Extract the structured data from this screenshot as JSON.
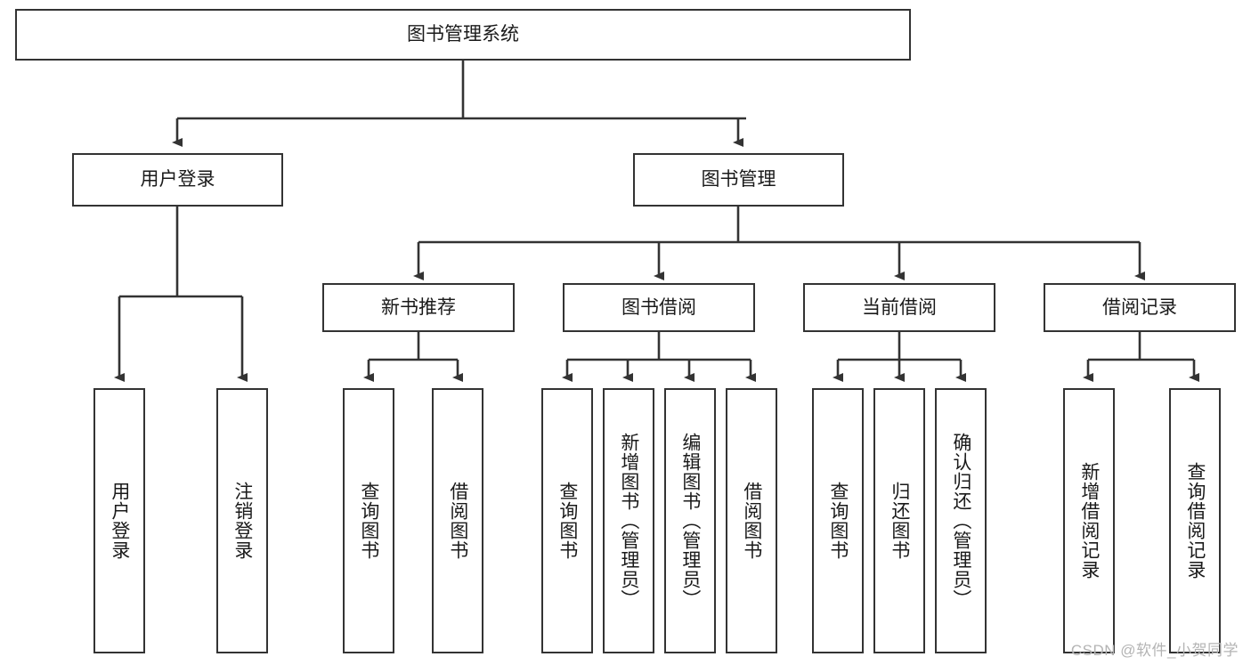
{
  "diagram": {
    "type": "tree-hierarchy",
    "title": "图书管理系统",
    "watermark": "CSDN @软件_小贺同学",
    "colors": {
      "stroke": "#333333",
      "fill": "#ffffff",
      "text": "#1a1a1a",
      "watermark": "#b4b4b4"
    },
    "nodes": {
      "root": {
        "label": "图书管理系统",
        "orientation": "horizontal"
      },
      "level1": [
        {
          "id": "user-login",
          "label": "用户登录",
          "orientation": "horizontal"
        },
        {
          "id": "book-manage",
          "label": "图书管理",
          "orientation": "horizontal"
        }
      ],
      "level2": [
        {
          "id": "new-book-rec",
          "label": "新书推荐",
          "orientation": "horizontal",
          "parent": "book-manage"
        },
        {
          "id": "book-borrow",
          "label": "图书借阅",
          "orientation": "horizontal",
          "parent": "book-manage"
        },
        {
          "id": "current-borrow",
          "label": "当前借阅",
          "orientation": "horizontal",
          "parent": "book-manage"
        },
        {
          "id": "borrow-record",
          "label": "借阅记录",
          "orientation": "horizontal",
          "parent": "book-manage"
        }
      ],
      "leaves": [
        {
          "id": "leaf-user-login",
          "label": "用户登录",
          "orientation": "vertical",
          "parent": "user-login"
        },
        {
          "id": "leaf-logout",
          "label": "注销登录",
          "orientation": "vertical",
          "parent": "user-login"
        },
        {
          "id": "leaf-query-book-1",
          "label": "查询图书",
          "orientation": "vertical",
          "parent": "new-book-rec"
        },
        {
          "id": "leaf-borrow-book-1",
          "label": "借阅图书",
          "orientation": "vertical",
          "parent": "new-book-rec"
        },
        {
          "id": "leaf-query-book-2",
          "label": "查询图书",
          "orientation": "vertical",
          "parent": "book-borrow"
        },
        {
          "id": "leaf-add-book",
          "label": "新增图书（管理员）",
          "orientation": "vertical",
          "parent": "book-borrow"
        },
        {
          "id": "leaf-edit-book",
          "label": "编辑图书（管理员）",
          "orientation": "vertical",
          "parent": "book-borrow"
        },
        {
          "id": "leaf-borrow-book-2",
          "label": "借阅图书",
          "orientation": "vertical",
          "parent": "book-borrow"
        },
        {
          "id": "leaf-query-book-3",
          "label": "查询图书",
          "orientation": "vertical",
          "parent": "current-borrow"
        },
        {
          "id": "leaf-return-book",
          "label": "归还图书",
          "orientation": "vertical",
          "parent": "current-borrow"
        },
        {
          "id": "leaf-confirm-return",
          "label": "确认归还（管理员）",
          "orientation": "vertical",
          "parent": "current-borrow"
        },
        {
          "id": "leaf-add-record",
          "label": "新增借阅记录",
          "orientation": "vertical",
          "parent": "borrow-record"
        },
        {
          "id": "leaf-query-record",
          "label": "查询借阅记录",
          "orientation": "vertical",
          "parent": "borrow-record"
        }
      ]
    }
  }
}
